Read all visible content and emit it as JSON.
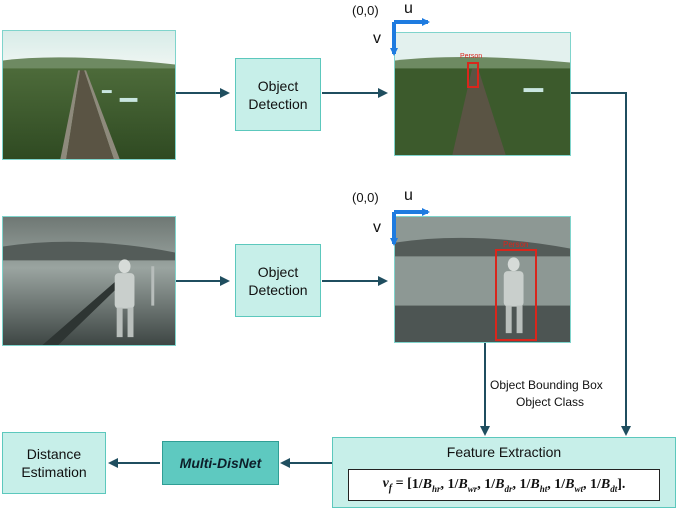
{
  "blocks": {
    "object_detection_top": "Object\nDetection",
    "object_detection_bottom": "Object\nDetection",
    "multi_disnet": "Multi-DisNet",
    "distance_estimation": "Distance\nEstimation",
    "feature_extraction": "Feature Extraction"
  },
  "formula": {
    "lhs": "v",
    "lhs_sub": "f",
    "eq": " = [",
    "terms": [
      {
        "num": "1/",
        "sym": "B",
        "sub": "hr"
      },
      {
        "num": "1/",
        "sym": "B",
        "sub": "wr"
      },
      {
        "num": "1/",
        "sym": "B",
        "sub": "dr"
      },
      {
        "num": "1/",
        "sym": "B",
        "sub": "ht"
      },
      {
        "num": "1/",
        "sym": "B",
        "sub": "wt"
      },
      {
        "num": "1/",
        "sym": "B",
        "sub": "dt"
      }
    ],
    "close": "]."
  },
  "labels": {
    "bbox_line1": "Object Bounding Box",
    "bbox_line2": "Object Class",
    "origin_top": "(0,0)",
    "origin_bottom": "(0,0)",
    "u_top": "u",
    "v_top": "v",
    "u_bottom": "u",
    "v_bottom": "v",
    "person_top": "Person",
    "person_bottom": "Person"
  },
  "colors": {
    "block_fill": "#c7efe9",
    "block_border": "#5cc8bd",
    "multi_disnet_fill": "#5ec9c0",
    "arrow": "#1f4e5f",
    "axis": "#1e7be0",
    "bbox": "#d9261c"
  }
}
